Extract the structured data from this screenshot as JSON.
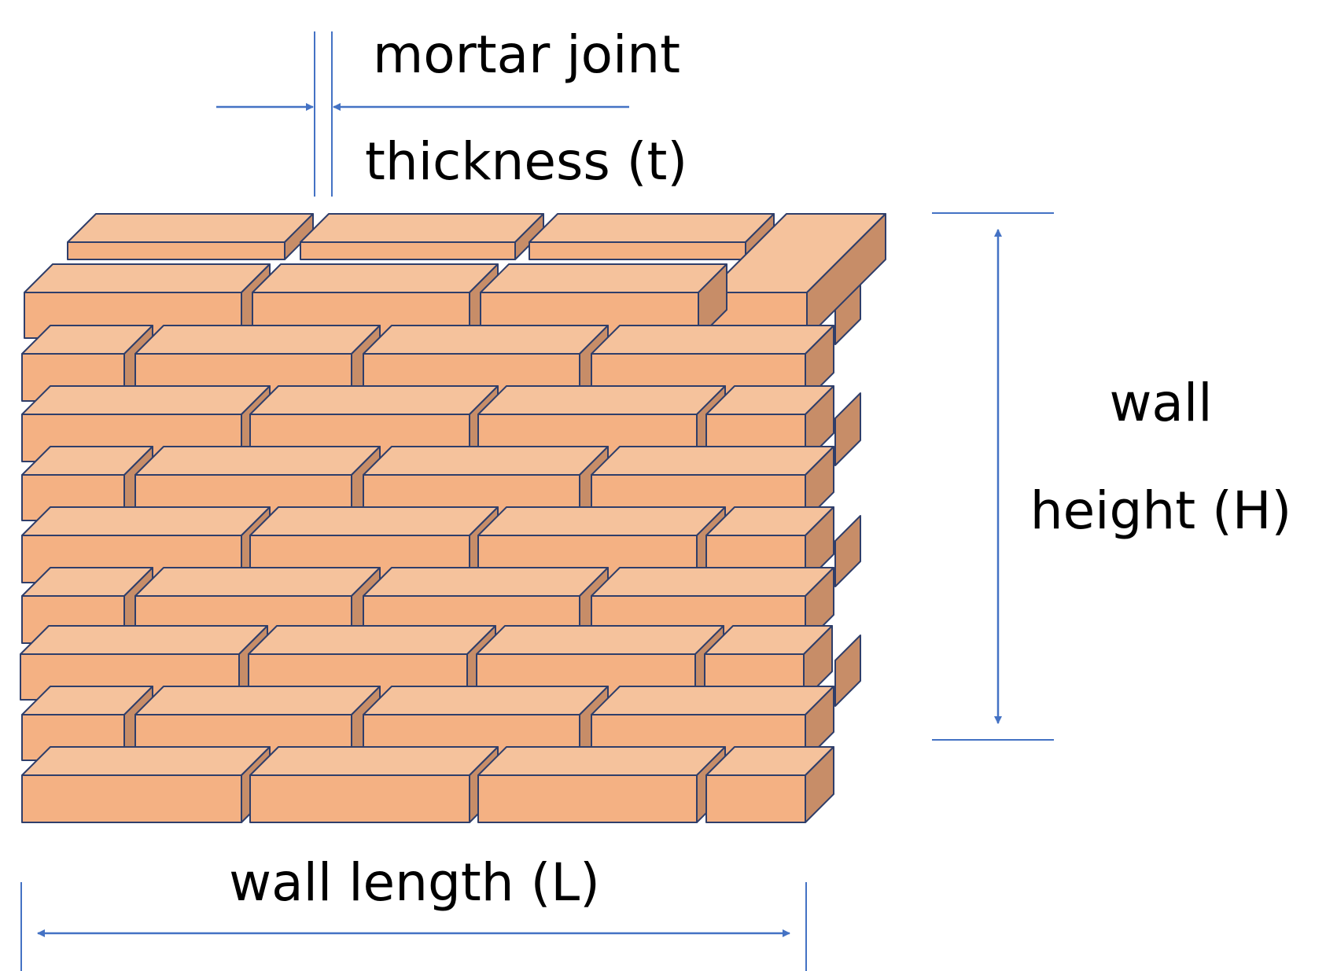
{
  "labels": {
    "mortar_line1": "mortar joint",
    "mortar_line2": "thickness (t)",
    "height_line1": "wall",
    "height_line2": "height (H)",
    "length": "wall length (L)"
  },
  "colors": {
    "brick_front": "#F4B183",
    "brick_top": "#F5C29C",
    "brick_side": "#C78D68",
    "brick_outline": "#2F3E6A",
    "dimension_line": "#4472C4",
    "text": "#000000",
    "background": "#FFFFFF"
  }
}
